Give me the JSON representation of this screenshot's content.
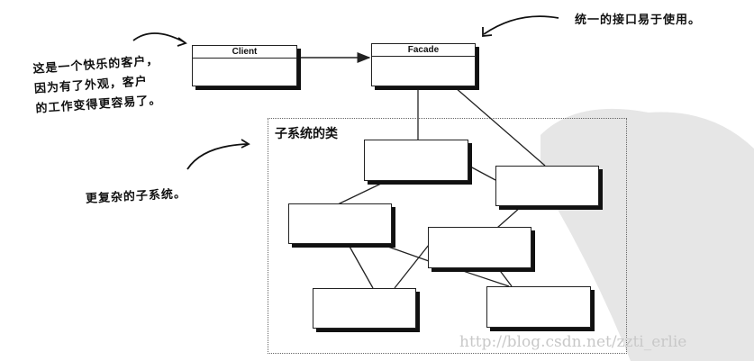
{
  "annotations": {
    "client_note": [
      "这是一个快乐的客户，",
      "因为有了外观，客户",
      "的工作变得更容易了。"
    ],
    "facade_note": "统一的接口易于使用。",
    "subsystem_note": "更复杂的子系统。"
  },
  "classes": {
    "client": "Client",
    "facade": "Facade"
  },
  "subsystem": {
    "title": "子系统的类",
    "class_count": 6
  },
  "watermark": {
    "url": "http://blog.csdn.net/zzti_erlie",
    "seal_color": "#e6e6e6"
  },
  "colors": {
    "line": "#222222",
    "shadow": "#111111"
  }
}
